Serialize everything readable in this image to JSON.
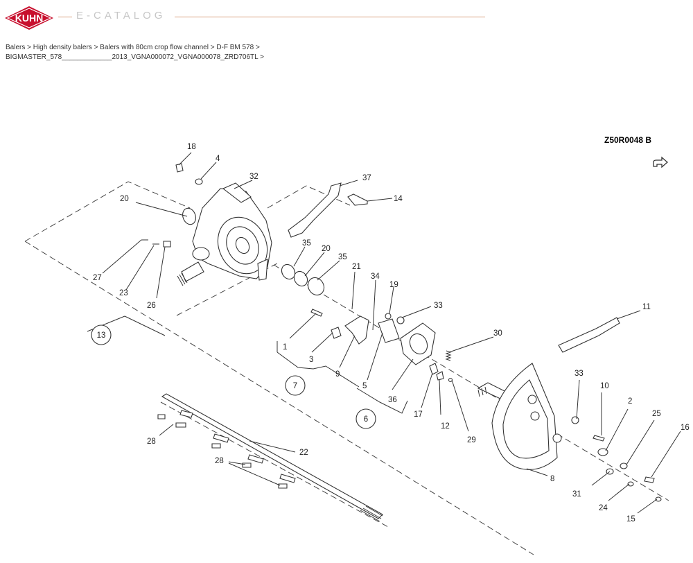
{
  "header": {
    "logo_text": "KUHN",
    "catalog_label": "E-CATALOG",
    "brand_color": "#c8102e"
  },
  "breadcrumb": {
    "line1": "Balers > High density balers > Balers with 80cm crop flow channel > D-F BM 578 >",
    "line2": "BIGMASTER_578_____________2013_VGNA000072_VGNA000078_ZRD706TL >"
  },
  "diagram": {
    "drawing_code": "Z50R0048   B",
    "share_icon": "share-arrow-icon",
    "callouts": [
      "18",
      "4",
      "32",
      "37",
      "14",
      "20",
      "35",
      "20",
      "35",
      "21",
      "34",
      "19",
      "33",
      "27",
      "23",
      "26",
      "1",
      "3",
      "9",
      "5",
      "36",
      "17",
      "12",
      "29",
      "30",
      "11",
      "33",
      "10",
      "2",
      "25",
      "16",
      "31",
      "24",
      "15",
      "8",
      "22",
      "28",
      "28"
    ],
    "groups": [
      "13",
      "7",
      "6"
    ]
  }
}
